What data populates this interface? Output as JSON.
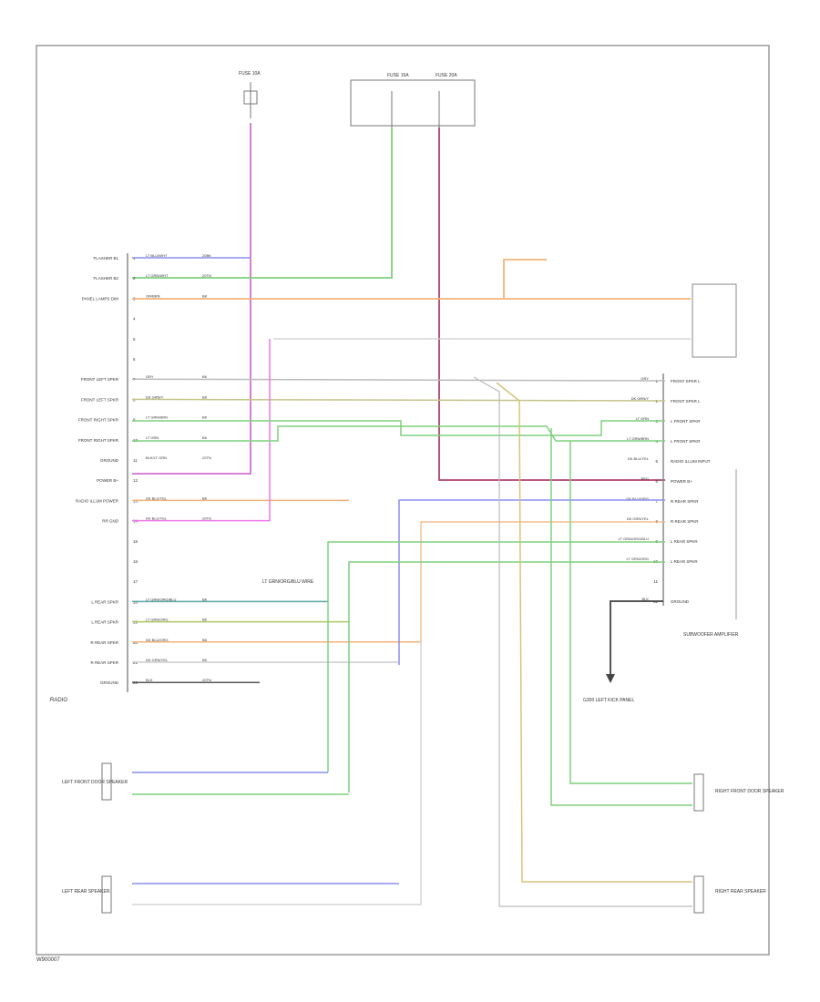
{
  "diagram": {
    "module_pins": [
      {
        "label": "FLASHER B1",
        "pin": "1",
        "wire": "LT BLU/WHT",
        "gauge": "20BK",
        "color": "#8a8ff0"
      },
      {
        "label": "FLASHER B2",
        "pin": "2",
        "wire": "LT GRN/WHT",
        "gauge": "20TN",
        "color": "#7fd07f"
      },
      {
        "label": "PANEL LAMPS DIM",
        "pin": "3",
        "wire": "OR/BRN",
        "gauge": "BK",
        "color": "#f2b27a"
      },
      {
        "label": "",
        "pin": "4",
        "wire": "",
        "gauge": "",
        "color": ""
      },
      {
        "label": "",
        "pin": "5",
        "wire": "",
        "gauge": "",
        "color": ""
      },
      {
        "label": "",
        "pin": "6",
        "wire": "",
        "gauge": "",
        "color": ""
      },
      {
        "label": "FRONT LEFT SPKR",
        "pin": "7",
        "wire": "GRY",
        "gauge": "BK",
        "color": "#bbbbbb"
      },
      {
        "label": "FRONT LEFT SPKR",
        "pin": "8",
        "wire": "DK GRN/Y",
        "gauge": "BK",
        "color": "#c6c38a"
      },
      {
        "label": "FRONT RIGHT SPKR",
        "pin": "9",
        "wire": "LT GRN/BRN",
        "gauge": "BK",
        "color": "#5fbf5f"
      },
      {
        "label": "FRONT RIGHT SPKR",
        "pin": "10",
        "wire": "LT GRN",
        "gauge": "BK",
        "color": "#7fd07f"
      },
      {
        "label": "GROUND",
        "pin": "11",
        "wire": "BLK/LT GRN",
        "gauge": "20TN",
        "color": "#777777"
      },
      {
        "label": "POWER B+",
        "pin": "12",
        "wire": "",
        "gauge": "",
        "color": ""
      },
      {
        "label": "RADIO ILLUM POWER",
        "pin": "13",
        "wire": "DK BLU/YEL",
        "gauge": "BK",
        "color": "#f2b27a"
      },
      {
        "label": "RR GND",
        "pin": "14",
        "wire": "DK BLU/YEL",
        "gauge": "20TN",
        "color": "#ee77ee"
      },
      {
        "label": "",
        "pin": "15",
        "wire": "",
        "gauge": "",
        "color": ""
      },
      {
        "label": "",
        "pin": "16",
        "wire": "",
        "gauge": "",
        "color": ""
      },
      {
        "label": "",
        "pin": "17",
        "wire": "",
        "gauge": "",
        "color": ""
      },
      {
        "label": "L REAR SPKR",
        "pin": "18",
        "wire": "LT GRN/ORG/BLU",
        "gauge": "BK",
        "color": "#5aa5a5"
      },
      {
        "label": "L REAR SPKR",
        "pin": "19",
        "wire": "LT GRN/ORG",
        "gauge": "BK",
        "color": "#a8c860"
      },
      {
        "label": "R REAR SPKR",
        "pin": "20",
        "wire": "DK BLU/ORG",
        "gauge": "BK",
        "color": "#f2b27a"
      },
      {
        "label": "R REAR SPKR",
        "pin": "21",
        "wire": "DK GRN/YEL",
        "gauge": "BK",
        "color": "#cccccc"
      },
      {
        "label": "GROUND",
        "pin": "22",
        "wire": "BLK",
        "gauge": "20TN",
        "color": "#555555"
      }
    ],
    "amp_pins": [
      {
        "label": "FRONT SPKR L",
        "pin": "1",
        "wire": "GRY",
        "color": "#bbbbbb"
      },
      {
        "label": "FRONT SPKR L",
        "pin": "2",
        "wire": "DK GRN/Y",
        "color": "#c6c38a"
      },
      {
        "label": "L FRONT SPKR",
        "pin": "3",
        "wire": "LT GRN",
        "color": "#7fd07f"
      },
      {
        "label": "L FRONT SPKR",
        "pin": "4",
        "wire": "LT GRN/BRN",
        "color": "#7fd07f"
      },
      {
        "label": "RADIO ILLUM INPUT",
        "pin": "5",
        "wire": "DK BLU/YEL",
        "color": "#cccccc"
      },
      {
        "label": "POWER B+",
        "pin": "6",
        "wire": "RED",
        "color": "#b04070"
      },
      {
        "label": "R REAR SPKR",
        "pin": "7",
        "wire": "DK BLU/ORG",
        "color": "#8a8ff0"
      },
      {
        "label": "R REAR SPKR",
        "pin": "8",
        "wire": "DK GRN/YEL",
        "color": "#f2b27a"
      },
      {
        "label": "L REAR SPKR",
        "pin": "9",
        "wire": "LT GRN/ORG/BLU",
        "color": "#7fd07f"
      },
      {
        "label": "L REAR SPKR",
        "pin": "10",
        "wire": "LT GRN/ORG",
        "color": "#7fd07f"
      },
      {
        "label": "",
        "pin": "11",
        "wire": "",
        "color": ""
      },
      {
        "label": "GROUND",
        "pin": "12",
        "wire": "BLK",
        "color": "#555555"
      }
    ],
    "labels": {
      "radio_box": "RADIO",
      "amp_box": "SUBWOOFER AMPLIFIER",
      "fuse_left": "FUSE 10A",
      "fuse_mid1": "FUSE 15A",
      "fuse_mid2": "FUSE 20A",
      "left_front_spkr": "LEFT FRONT DOOR SPEAKER",
      "right_front_spkr": "RIGHT FRONT DOOR SPEAKER",
      "left_rear_spkr": "LEFT REAR SPEAKER",
      "right_rear_spkr": "RIGHT REAR SPEAKER",
      "splice_note": "LT GRN/ORG/BLU WIRE",
      "ground_note": "G300 LEFT KICK PANEL",
      "figure_id": "W900007"
    }
  }
}
